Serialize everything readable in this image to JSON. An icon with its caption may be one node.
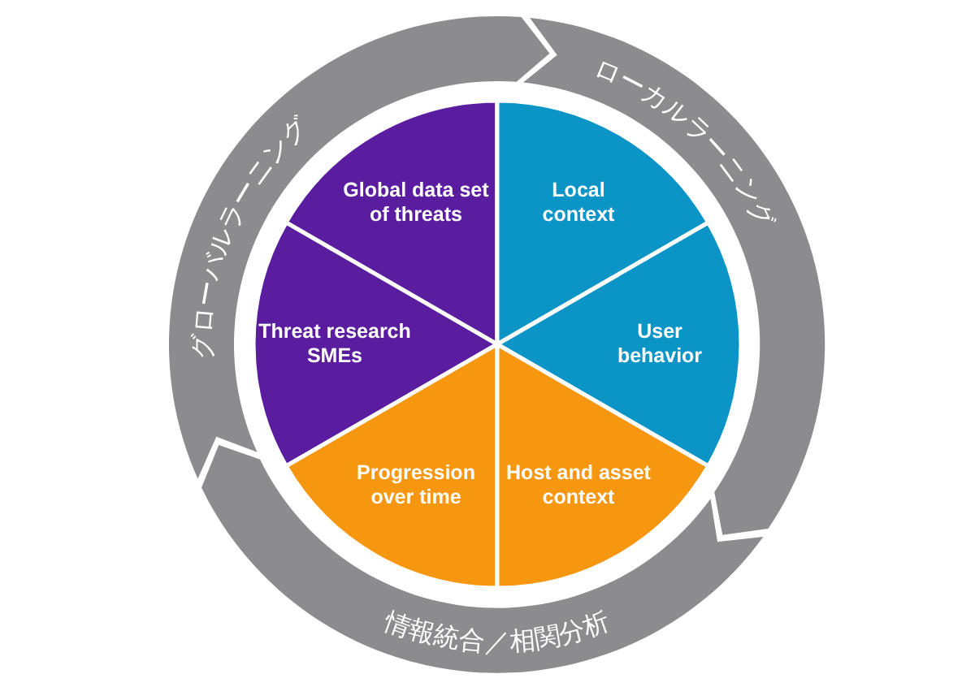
{
  "diagram": {
    "nodes": [
      {
        "text": [
          "グローバルラーニング"
        ]
      },
      {
        "text": [
          "ローカルラーニング"
        ]
      },
      {
        "text": [
          "情報統合／相関分析"
        ]
      },
      {
        "text": [
          "Global data set of threats"
        ]
      },
      {
        "text": [
          "Local context"
        ]
      },
      {
        "text": [
          "Threat research SMEs"
        ]
      },
      {
        "text": [
          "User behavior"
        ]
      },
      {
        "text": [
          "Progression over time"
        ]
      },
      {
        "text": [
          "Host and asset context"
        ]
      }
    ]
  }
}
